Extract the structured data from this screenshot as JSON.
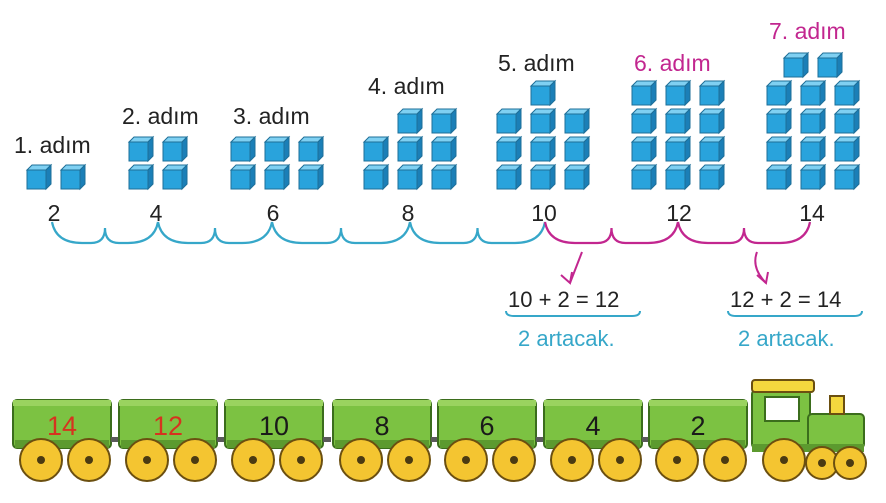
{
  "steps": [
    {
      "label": "1. adım",
      "value": "2",
      "color": "#222222"
    },
    {
      "label": "2. adım",
      "value": "4",
      "color": "#222222"
    },
    {
      "label": "3. adım",
      "value": "6",
      "color": "#222222"
    },
    {
      "label": "4. adım",
      "value": "8",
      "color": "#222222"
    },
    {
      "label": "5. adım",
      "value": "10",
      "color": "#222222"
    },
    {
      "label": "6. adım",
      "value": "12",
      "color": "#c2268f"
    },
    {
      "label": "7. adım",
      "value": "14",
      "color": "#c2268f"
    }
  ],
  "cube_counts": [
    2,
    4,
    6,
    8,
    10,
    12,
    14
  ],
  "equations": [
    {
      "text": "10 + 2 = 12",
      "note": "2 artacak."
    },
    {
      "text": "12 + 2 = 14",
      "note": "2 artacak."
    }
  ],
  "train": {
    "wagons": [
      {
        "value": "14",
        "color": "#d6331f"
      },
      {
        "value": "12",
        "color": "#d6331f"
      },
      {
        "value": "10",
        "color": "#1a1a1a"
      },
      {
        "value": "8",
        "color": "#1a1a1a"
      },
      {
        "value": "6",
        "color": "#1a1a1a"
      },
      {
        "value": "4",
        "color": "#1a1a1a"
      },
      {
        "value": "2",
        "color": "#1a1a1a"
      }
    ]
  },
  "colors": {
    "cube": "#29a3dc",
    "brace_blue": "#36a7c9",
    "brace_pink": "#c2268f",
    "wagon_green": "#7cc242",
    "wheel_yellow": "#f4c531"
  }
}
